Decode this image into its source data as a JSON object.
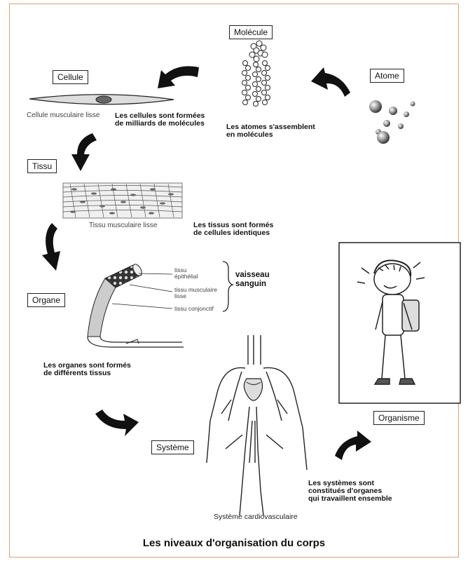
{
  "title": "Les niveaux d'organisation du corps",
  "levels": {
    "atome": "Atome",
    "molecule": "Molécule",
    "cellule": "Cellule",
    "tissu": "Tissu",
    "organe": "Organe",
    "systeme": "Système",
    "organisme": "Organisme"
  },
  "captions": {
    "cellule": "Cellule musculaire lisse",
    "tissu": "Tissu musculaire lisse",
    "systeme": "Système cardiovasculaire"
  },
  "descriptions": {
    "atome_molecule": [
      "Les atomes s'assemblent",
      "en molécules"
    ],
    "molecule_cellule": [
      "Les cellules sont formées",
      "de milliards de molécules"
    ],
    "cellule_tissu": [
      "Les tissus sont formés",
      "de cellules identiques"
    ],
    "tissu_organe": [
      "Les organes sont formés",
      "de différents tissus"
    ],
    "systeme_organisme": [
      "Les systèmes sont",
      "constitués d'organes",
      "qui travaillent ensemble"
    ]
  },
  "organ_layers": {
    "epithelial": [
      "tissu",
      "épithélial"
    ],
    "musculaire": [
      "tissu musculaire",
      "lisse"
    ],
    "conjonctif": [
      "tissu conjonctif"
    ],
    "group": [
      "vaisseau",
      "sanguin"
    ]
  }
}
